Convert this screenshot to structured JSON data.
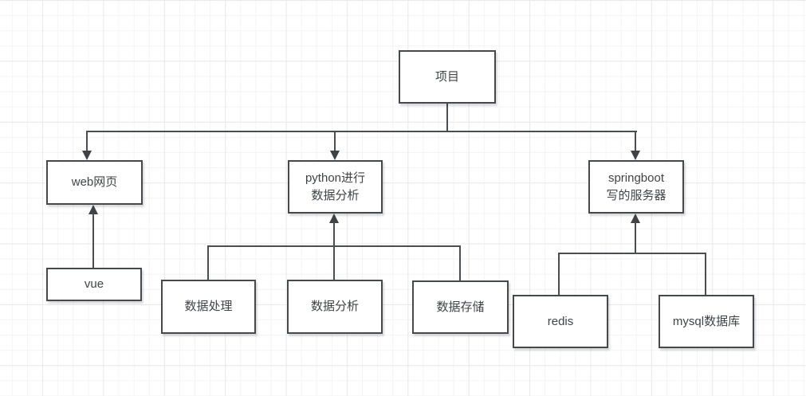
{
  "diagram": {
    "nodes": {
      "project": {
        "label": "项目"
      },
      "web": {
        "label": "web网页"
      },
      "python": {
        "label": "python进行\n数据分析"
      },
      "springboot": {
        "label": "springboot\n写的服务器"
      },
      "vue": {
        "label": "vue"
      },
      "data_process": {
        "label": "数据处理"
      },
      "data_analysis": {
        "label": "数据分析"
      },
      "data_storage": {
        "label": "数据存储"
      },
      "redis": {
        "label": "redis"
      },
      "mysql": {
        "label": "mysql数据库"
      }
    },
    "edges": [
      {
        "from": "project",
        "to": "web",
        "arrow_at": "web"
      },
      {
        "from": "project",
        "to": "python",
        "arrow_at": "python"
      },
      {
        "from": "project",
        "to": "springboot",
        "arrow_at": "springboot"
      },
      {
        "from": "vue",
        "to": "web",
        "arrow_at": "web"
      },
      {
        "from": "data_process",
        "to": "python",
        "arrow_at": "python"
      },
      {
        "from": "data_analysis",
        "to": "python",
        "arrow_at": "python"
      },
      {
        "from": "data_storage",
        "to": "python",
        "arrow_at": "python"
      },
      {
        "from": "redis",
        "to": "springboot",
        "arrow_at": "springboot"
      },
      {
        "from": "mysql",
        "to": "springboot",
        "arrow_at": "springboot"
      }
    ],
    "colors": {
      "node_border": "#45494e",
      "node_fill": "#ffffff",
      "connector": "#4a4e52",
      "text": "#404347",
      "grid_minor": "#f4f4f4",
      "grid_major": "#e9e9e9",
      "background": "#ffffff"
    }
  }
}
